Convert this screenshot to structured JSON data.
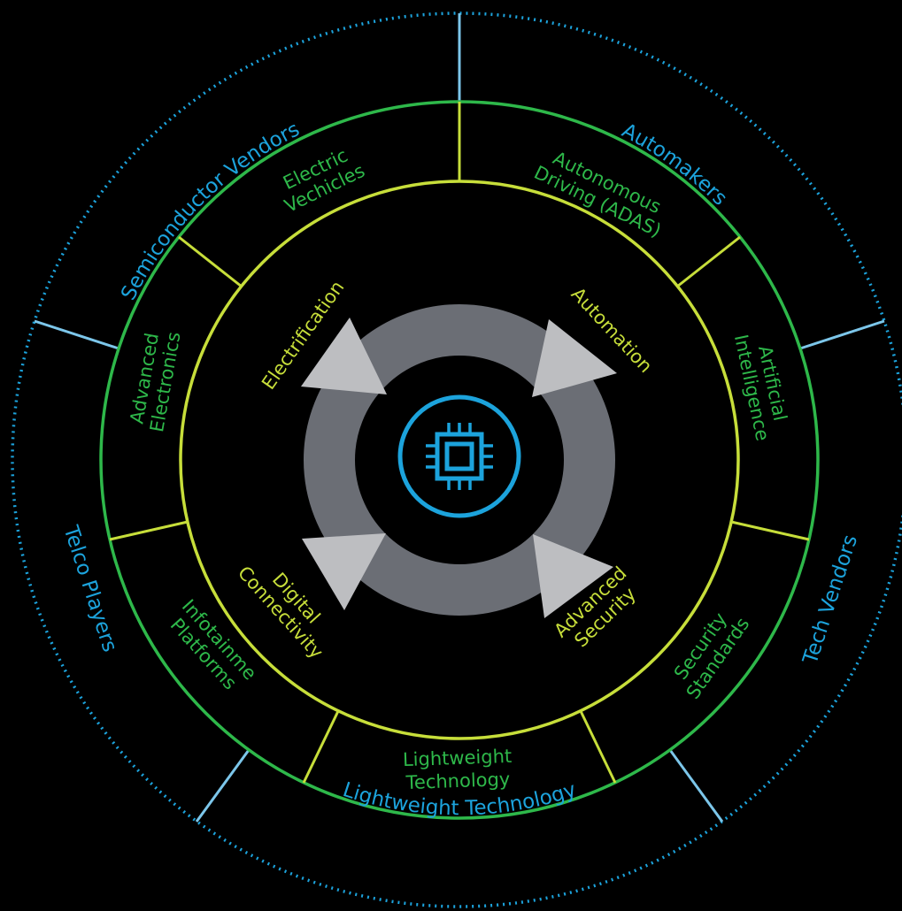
{
  "colors": {
    "background": "#000000",
    "outer_ring": "#1ca3dc",
    "middle_ring": "#2eb84a",
    "inner_ring": "#c7de3a",
    "gray_ring": "#6b6e75",
    "arrow": "#bdbec1",
    "chip": "#1ca3dc"
  },
  "center": {
    "icon": "chip-icon"
  },
  "outer_labels": {
    "semiconductor": "Semiconductor Vendors",
    "automakers": "Automakers",
    "tech": "Tech Vendors",
    "lightweight": "Lightweight Technology",
    "telco": "Telco Players"
  },
  "middle_labels": {
    "ev_1": "Electric",
    "ev_2": "Vechicles",
    "ad_1": "Autonomous",
    "ad_2": "Driving (ADAS)",
    "ai_1": "Artificial",
    "ai_2": "Intelligence",
    "sec_1": "Security",
    "sec_2": "Standards",
    "lw_1": "Lightweight",
    "lw_2": "Technology",
    "info_1": "Infotainme",
    "info_2": "Platforms",
    "adv_1": "Advanced",
    "adv_2": "Electronics"
  },
  "inner_labels": {
    "electrification": "Electrification",
    "automation": "Automation",
    "sec_1": "Advanced",
    "sec_2": "Security",
    "dc_1": "Digital",
    "dc_2": "Connectivity"
  }
}
